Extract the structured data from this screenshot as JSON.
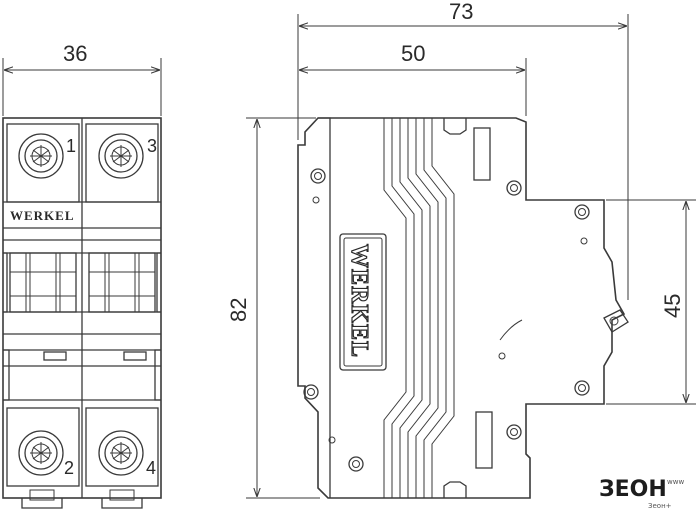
{
  "dimensions": {
    "total_depth": "73",
    "body_depth": "50",
    "width": "36",
    "height": "82",
    "din_height": "45"
  },
  "terminals": [
    "1",
    "3",
    "2",
    "4"
  ],
  "brand_front": "WERKEL",
  "brand_side": "WERKEL",
  "watermark": {
    "logo": "ЗЕОН",
    "suffix": "www",
    "tagline": "Зеон+"
  }
}
